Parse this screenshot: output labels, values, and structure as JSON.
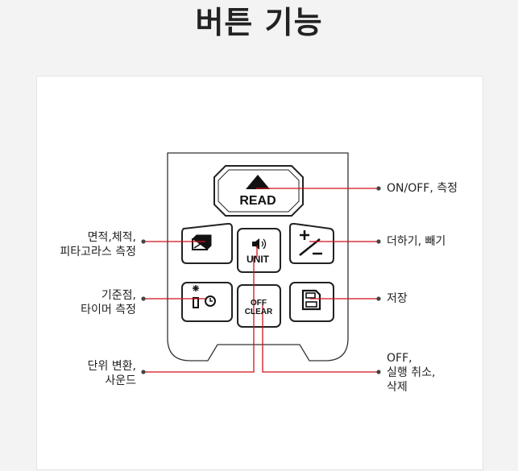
{
  "title": "버튼 기능",
  "buttons": {
    "read": "READ",
    "unit": "UNIT",
    "off_line1": "OFF",
    "off_line2": "CLEAR",
    "area_icon": "area-volume-icon",
    "sound_icon": "speaker-icon",
    "plusminus_icon": "plus-minus-icon",
    "reference_icon": "reference-timer-icon",
    "save_icon": "floppy-disk-icon"
  },
  "labels": {
    "read_line1": "ON/OFF, 측정",
    "plusminus_line1": "더하기, 빼기",
    "save_line1": "저장",
    "area_line1": "면적,체적,",
    "area_line2": "피타고라스 측정",
    "reference_line1": "기준점,",
    "reference_line2": "타이머 측정",
    "unit_line1": "단위 변환,",
    "unit_line2": "사운드",
    "off_line1": "OFF,",
    "off_line2": "실행 취소,",
    "off_line3": "삭제"
  },
  "colors": {
    "leader_line": "#d0121b",
    "dot": "#444444",
    "device_outline": "#333333"
  }
}
